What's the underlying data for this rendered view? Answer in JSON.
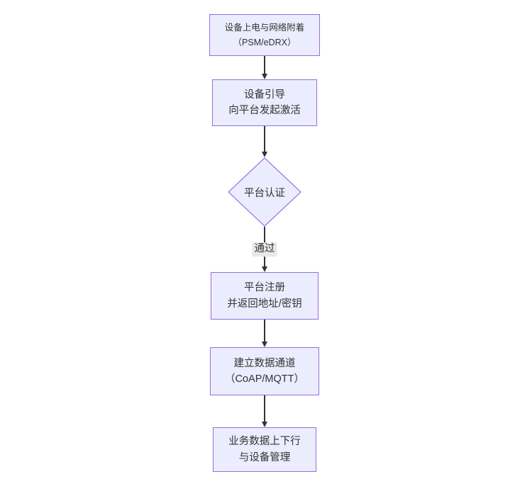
{
  "diagram": {
    "type": "flowchart",
    "direction": "top-down",
    "colors": {
      "background": "#ffffff",
      "node_fill": "#ececff",
      "node_border": "#9370db",
      "text": "#333333",
      "arrow": "#333333",
      "edge_label_bg": "#e8e8e8"
    },
    "nodes": [
      {
        "id": "power-attach",
        "shape": "rect",
        "lines": [
          "设备上电与网络附着",
          "（PSM/eDRX）"
        ]
      },
      {
        "id": "bootstrap",
        "shape": "rect",
        "lines": [
          "设备引导",
          "向平台发起激活"
        ]
      },
      {
        "id": "auth",
        "shape": "diamond",
        "lines": [
          "平台认证"
        ]
      },
      {
        "id": "register",
        "shape": "rect",
        "lines": [
          "平台注册",
          "并返回地址/密钥"
        ]
      },
      {
        "id": "data-channel",
        "shape": "rect",
        "lines": [
          "建立数据通道",
          "（CoAP/MQTT）"
        ]
      },
      {
        "id": "business",
        "shape": "rect",
        "lines": [
          "业务数据上下行",
          "与设备管理"
        ]
      }
    ],
    "edges": [
      {
        "from": "power-attach",
        "to": "bootstrap",
        "label": ""
      },
      {
        "from": "bootstrap",
        "to": "auth",
        "label": ""
      },
      {
        "from": "auth",
        "to": "register",
        "label": "通过"
      },
      {
        "from": "register",
        "to": "data-channel",
        "label": ""
      },
      {
        "from": "data-channel",
        "to": "business",
        "label": ""
      }
    ]
  }
}
